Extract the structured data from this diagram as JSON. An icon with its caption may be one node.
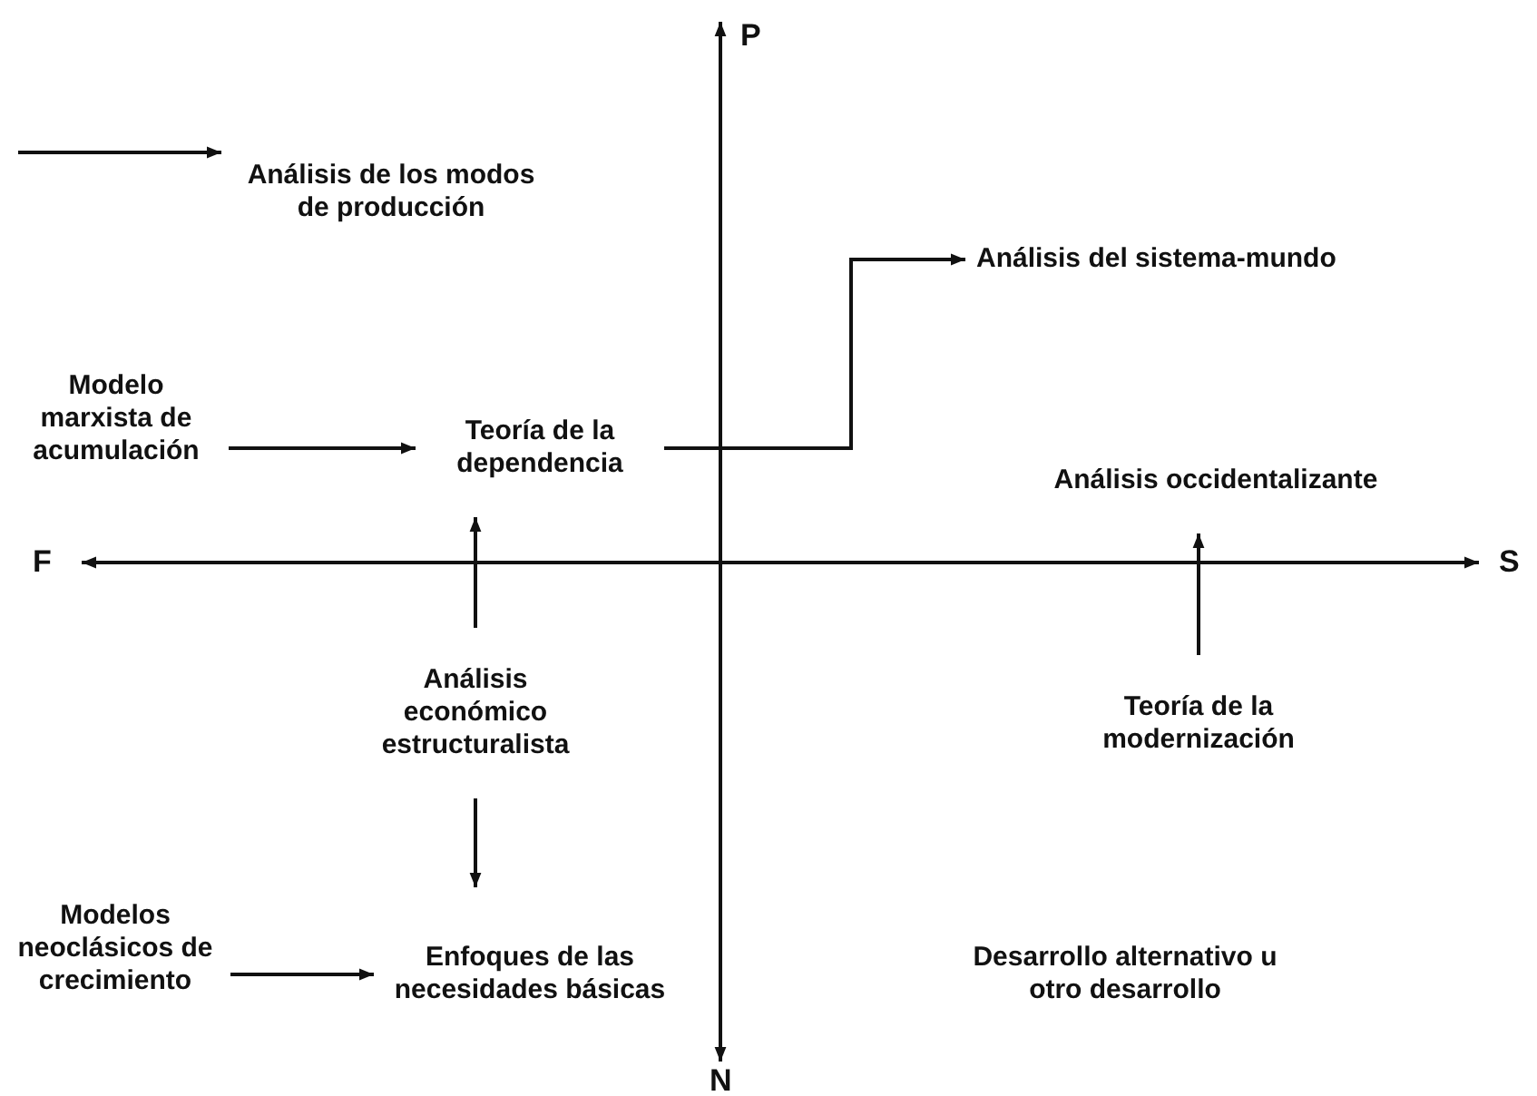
{
  "diagram": {
    "nodes": [
      {
        "text": [
          "Análisis de los modos de producción"
        ]
      },
      {
        "text": [
          "Análisis del sistema-mundo"
        ]
      },
      {
        "text": [
          "Modelo marxista de acumulación"
        ]
      },
      {
        "text": [
          "Teoría de la dependencia"
        ]
      },
      {
        "text": [
          "Análisis occidentalizante"
        ]
      },
      {
        "text": [
          "Análisis económico estructuralista"
        ]
      },
      {
        "text": [
          "Teoría de la modernización"
        ]
      },
      {
        "text": [
          "Modelos neoclásicos de crecimiento"
        ]
      },
      {
        "text": [
          "Enfoques de las necesidades básicas"
        ]
      },
      {
        "text": [
          "Desarrollo alternativo u otro desarrollo"
        ]
      }
    ],
    "edges": [
      {
        "from": null,
        "to": 0,
        "arrow": "to"
      },
      {
        "from": 3,
        "to": 1,
        "arrow": "to"
      },
      {
        "from": 2,
        "to": 3,
        "arrow": "to"
      },
      {
        "from": 5,
        "to": 3,
        "arrow": "to"
      },
      {
        "from": 6,
        "to": 4,
        "arrow": "to"
      },
      {
        "from": 5,
        "to": 8,
        "arrow": "to"
      },
      {
        "from": 7,
        "to": 8,
        "arrow": "to"
      }
    ],
    "labels": [
      "P",
      "F",
      "S",
      "N"
    ]
  }
}
